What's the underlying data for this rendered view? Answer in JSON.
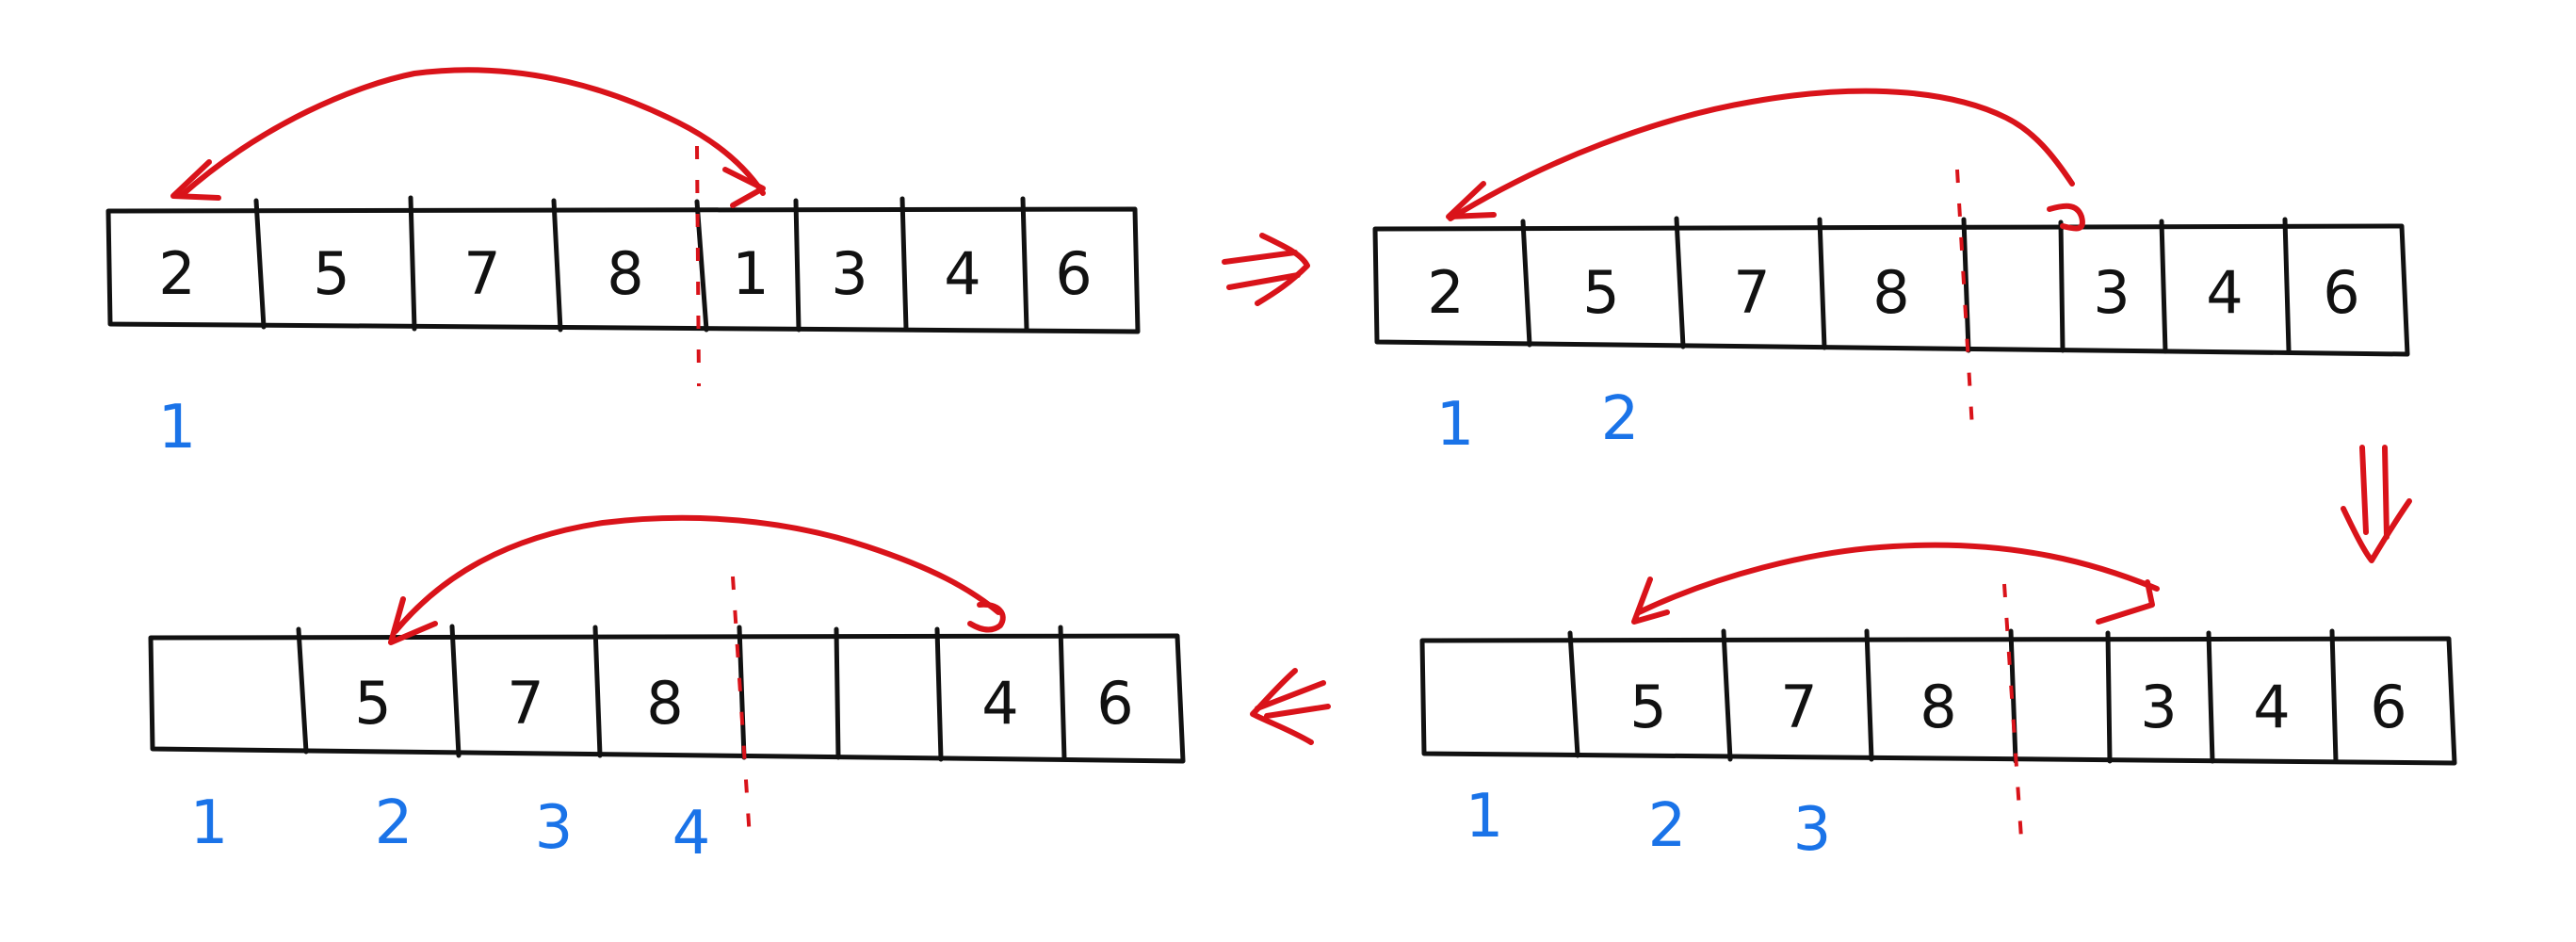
{
  "colors": {
    "ink": "#111111",
    "accent": "#d9131a",
    "index": "#1a73e8"
  },
  "panels": [
    {
      "id": "step-1",
      "cells": [
        "2",
        "5",
        "7",
        "8",
        "1",
        "3",
        "4",
        "6"
      ],
      "indices": [
        "1"
      ],
      "swap_arrow": "arc from merge boundary back to first slot"
    },
    {
      "id": "step-2",
      "cells": [
        "2",
        "5",
        "7",
        "8",
        "",
        "3",
        "4",
        "6"
      ],
      "indices": [
        "1",
        "2"
      ],
      "swap_arrow": "arc between first slot and right half"
    },
    {
      "id": "step-3",
      "cells": [
        "",
        "5",
        "7",
        "8",
        "",
        "3",
        "4",
        "6"
      ],
      "indices": [
        "1",
        "2",
        "3"
      ],
      "swap_arrow": "arc between second slot and right half"
    },
    {
      "id": "step-4",
      "cells": [
        "",
        "5",
        "7",
        "8",
        "",
        "",
        "4",
        "6"
      ],
      "indices": [
        "1",
        "2",
        "3",
        "4"
      ],
      "swap_arrow": "arc between second slot and right half"
    }
  ],
  "flow": [
    "right",
    "down",
    "left"
  ]
}
